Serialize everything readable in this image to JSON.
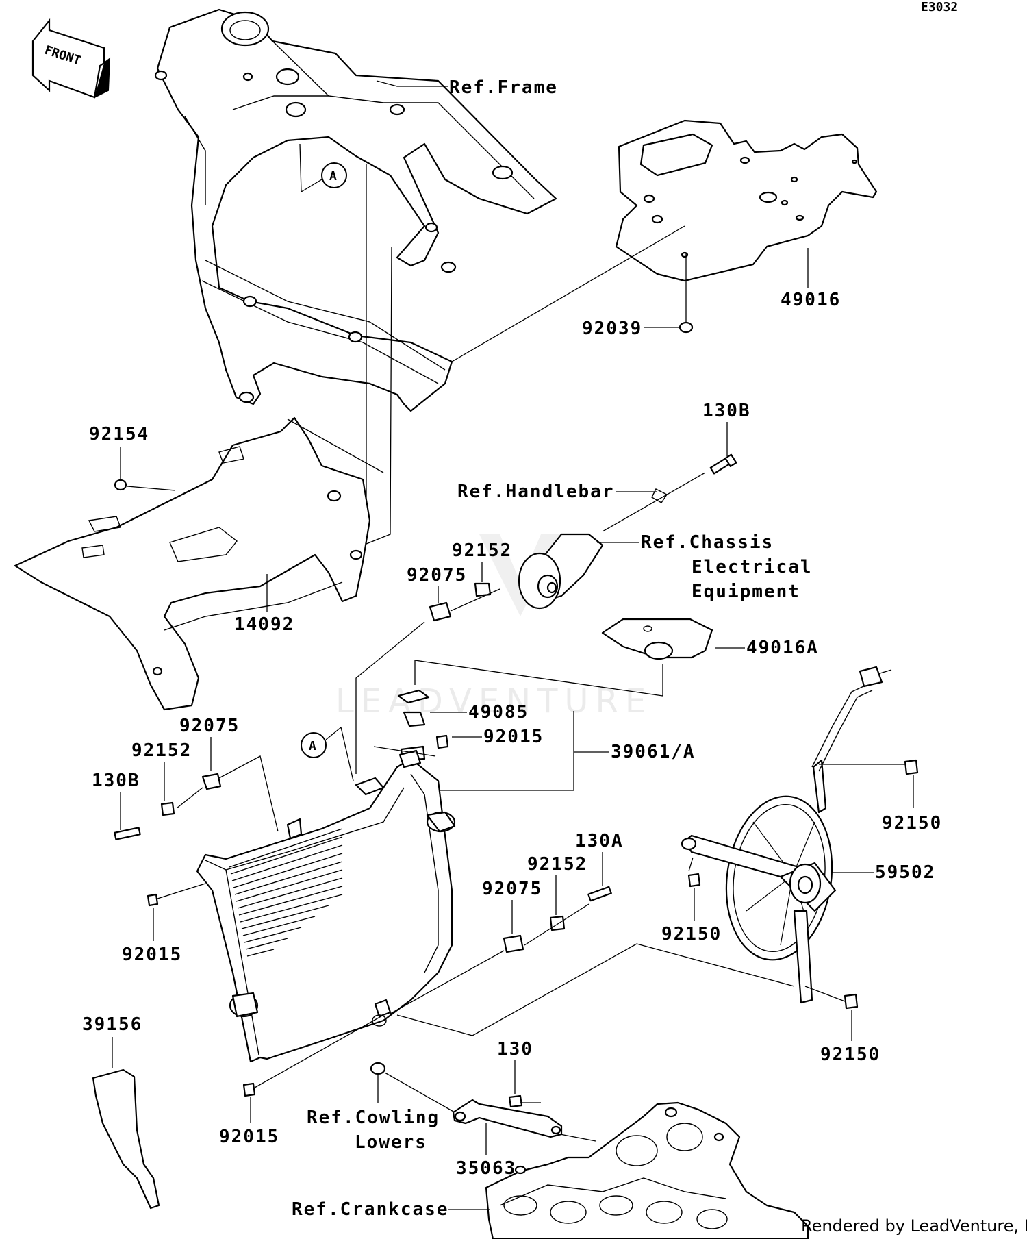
{
  "diagram_code": "E3032",
  "front_arrow": "FRONT",
  "callout_marker": "A",
  "watermark": "LEADVENTURE",
  "credit": "Rendered by LeadVenture, Inc.",
  "references": {
    "frame": "Ref.Frame",
    "handlebar": "Ref.Handlebar",
    "chassis_line1": "Ref.Chassis",
    "chassis_line2": "Electrical",
    "chassis_line3": "Equipment",
    "cowling_line1": "Ref.Cowling",
    "cowling_line2": "Lowers",
    "crankcase": "Ref.Crankcase"
  },
  "parts": {
    "p49016": "49016",
    "p92039": "92039",
    "p130b_top": "130B",
    "p92154": "92154",
    "p14092": "14092",
    "p92152_top": "92152",
    "p92075_top": "92075",
    "p49016a": "49016A",
    "p49085": "49085",
    "p92015_top": "92015",
    "p39061a": "39061/A",
    "p92075_left": "92075",
    "p92152_left": "92152",
    "p130b_left": "130B",
    "p92150_r1": "92150",
    "p59502": "59502",
    "p130a": "130A",
    "p92152_mid": "92152",
    "p92075_mid": "92075",
    "p92015_left": "92015",
    "p92150_mid": "92150",
    "p92150_bot": "92150",
    "p39156": "39156",
    "p130": "130",
    "p92015_bot": "92015",
    "p35063": "35063"
  }
}
